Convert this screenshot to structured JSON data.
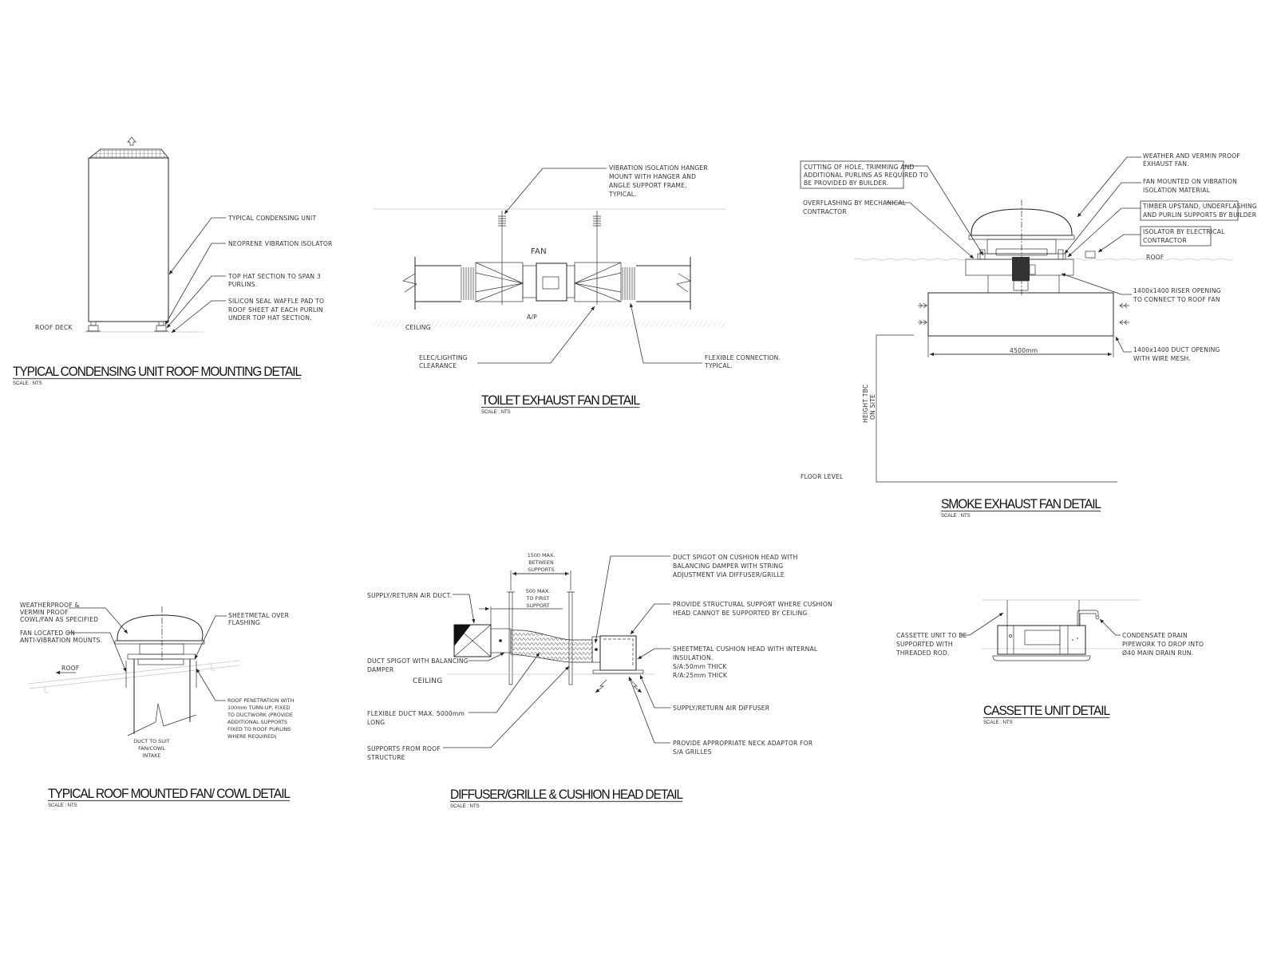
{
  "condensing": {
    "title": "TYPICAL CONDENSING UNIT ROOF MOUNTING DETAIL",
    "scale": "SCALE : NTS",
    "roof_deck": "ROOF DECK",
    "labels": {
      "unit": [
        "TYPICAL CONDENSING UNIT"
      ],
      "isolator": [
        "NEOPRENE VIBRATION ISOLATOR"
      ],
      "top_hat": [
        "TOP HAT SECTION TO  SPAN 3",
        "PURLINS."
      ],
      "waffle": [
        "SILICON SEAL WAFFLE PAD TO",
        "ROOF SHEET AT EACH PURLIN",
        "UNDER TOP HAT SECTION."
      ]
    }
  },
  "toilet": {
    "title": "TOILET EXHAUST FAN DETAIL",
    "scale": "SCALE : NTS",
    "fan": "FAN",
    "ap": "A/P",
    "ceiling": "CEILING",
    "labels": {
      "hanger": [
        "VIBRATION ISOLATION HANGER",
        "MOUNT WITH HANGER AND",
        "ANGLE SUPPORT FRAME,",
        "TYPICAL."
      ],
      "clearance": [
        "ELEC/LIGHTING",
        "CLEARANCE"
      ],
      "flexible": [
        "FLEXIBLE CONNECTION.",
        "TYPICAL."
      ]
    }
  },
  "smoke": {
    "title": "SMOKE EXHAUST FAN DETAIL",
    "scale": "SCALE : NTS",
    "roof": "ROOF",
    "dimension": "4500mm",
    "height": [
      "HEIGHT TBC",
      "ON SITE"
    ],
    "floor_level": "FLOOR LEVEL",
    "labels": {
      "cutting": [
        "CUTTING OF HOLE, TRIMMING AND",
        "ADDITIONAL PURLINS AS REQUIRED TO",
        "BE PROVIDED BY BUILDER."
      ],
      "overflashing": [
        "OVERFLASHING BY MECHANICAL",
        "CONTRACTOR"
      ],
      "weather": [
        "WEATHER AND VERMIN PROOF",
        "EXHAUST FAN."
      ],
      "mounted": [
        "FAN MOUNTED ON VIBRATION",
        "ISOLATION MATERIAL"
      ],
      "timber": [
        "TIMBER UPSTAND, UNDERFLASHING",
        "AND PURLIN SUPPORTS BY BUILDER"
      ],
      "isolator": [
        "ISOLATOR BY ELECTRICAL",
        "CONTRACTOR"
      ],
      "riser": [
        "1400x1400 RISER OPENING",
        "TO CONNECT TO ROOF FAN"
      ],
      "duct": [
        "1400x1400 DUCT OPENING",
        "WITH WIRE MESH."
      ]
    }
  },
  "cowl": {
    "title": "TYPICAL ROOF MOUNTED FAN/ COWL DETAIL",
    "scale": "SCALE : NTS",
    "roof": "ROOF",
    "labels": {
      "weatherproof": [
        "WEATHERPROOF &",
        "VERMIN PROOF",
        "COWL/FAN AS SPECIFIED"
      ],
      "mounts": [
        "FAN LOCATED ON",
        "ANTI-VIBRATION MOUNTS."
      ],
      "flashing": [
        "SHEETMETAL OVER",
        "FLASHING"
      ],
      "penetration": [
        "ROOF PENETRATION WITH",
        "100mm TURN-UP, FIXED",
        "TO DUCTWORK (PROVIDE",
        "ADDITIONAL SUPPORTS",
        "FIXED TO ROOF PURLINS",
        "WHERE REQUIRED)"
      ],
      "duct": [
        "DUCT TO SUIT",
        "FAN/COWL",
        "INTAKE"
      ]
    }
  },
  "diffuser": {
    "title": "DIFFUSER/GRILLE & CUSHION HEAD DETAIL",
    "scale": "SCALE : NTS",
    "ceiling": "CEILING",
    "dim_between": [
      "1500 MAX.",
      "BETWEEN",
      "SUPPORTS"
    ],
    "dim_first": [
      "500 MAX.",
      "TO FIRST",
      "SUPPORT"
    ],
    "labels": {
      "supply_duct": [
        "SUPPLY/RETURN AIR DUCT."
      ],
      "spigot": [
        "DUCT SPIGOT WITH BALANCING",
        "DAMPER"
      ],
      "flex": [
        "FLEXIBLE DUCT MAX. 5000mm",
        "LONG"
      ],
      "supports": [
        "SUPPORTS FROM ROOF",
        "STRUCTURE"
      ],
      "cushion_spigot": [
        "DUCT SPIGOT ON CUSHION HEAD WITH",
        "BALANCING DAMPER WITH STRING",
        "ADJUSTMENT VIA DIFFUSER/GRILLE"
      ],
      "structural": [
        "PROVIDE STRUCTURAL SUPPORT WHERE CUSHION",
        "HEAD CANNOT BE SUPPORTED BY CEILING"
      ],
      "cushion": [
        "SHEETMETAL CUSHION HEAD WITH INTERNAL",
        "INSULATION.",
        "S/A:50mm THICK",
        "R/A:25mm THICK"
      ],
      "diffuser": [
        "SUPPLY/RETURN AIR DIFFUSER"
      ],
      "neck": [
        "PROVIDE APPROPRIATE NECK ADAPTOR FOR",
        "S/A GRILLES"
      ]
    }
  },
  "cassette": {
    "title": "CASSETTE UNIT DETAIL",
    "scale": "SCALE : NTS",
    "labels": {
      "rod": [
        "CASSETTE UNIT TO BE",
        "SUPPORTED WITH",
        "THREADED ROD."
      ],
      "drain": [
        "CONDENSATE DRAIN",
        "PIPEWORK TO DROP INTO",
        "Ø40 MAIN DRAIN RUN."
      ]
    }
  }
}
